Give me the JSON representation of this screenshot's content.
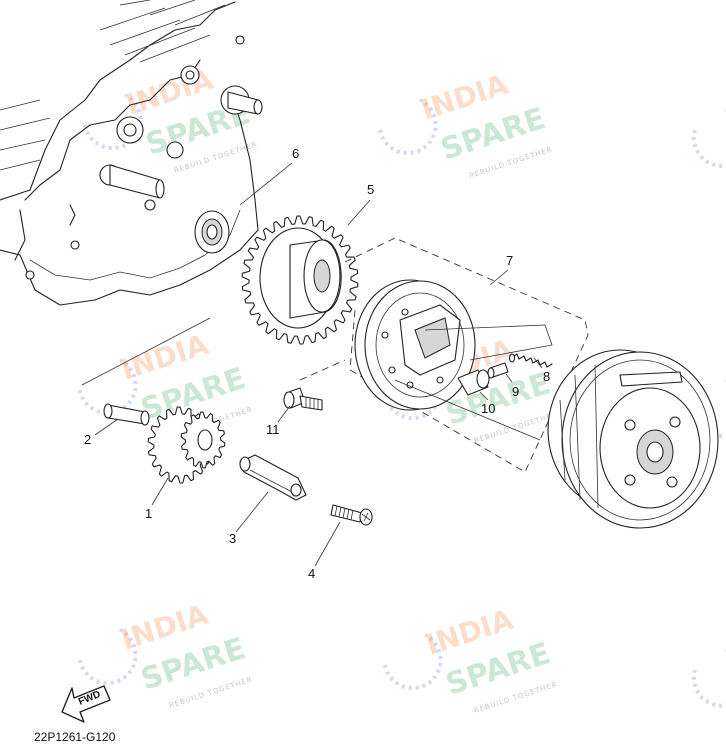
{
  "callouts": [
    {
      "id": "1",
      "label": "1"
    },
    {
      "id": "2",
      "label": "2"
    },
    {
      "id": "3",
      "label": "3"
    },
    {
      "id": "4",
      "label": "4"
    },
    {
      "id": "5",
      "label": "5"
    },
    {
      "id": "6",
      "label": "6"
    },
    {
      "id": "7",
      "label": "7"
    },
    {
      "id": "8",
      "label": "8"
    },
    {
      "id": "9",
      "label": "9"
    },
    {
      "id": "10",
      "label": "10"
    },
    {
      "id": "11",
      "label": "11"
    }
  ],
  "fwd_label": "FWD",
  "diagram_code": "22P1261-G120",
  "watermark": {
    "line1": "INDIA",
    "line2": "SPARE",
    "tagline": "REBUILD TOGETHER",
    "colors": {
      "india": "#f4a070",
      "spare": "#6cc08a",
      "icon": "#8a8fd6"
    }
  },
  "colors": {
    "line": "#222222",
    "background": "#ffffff"
  }
}
